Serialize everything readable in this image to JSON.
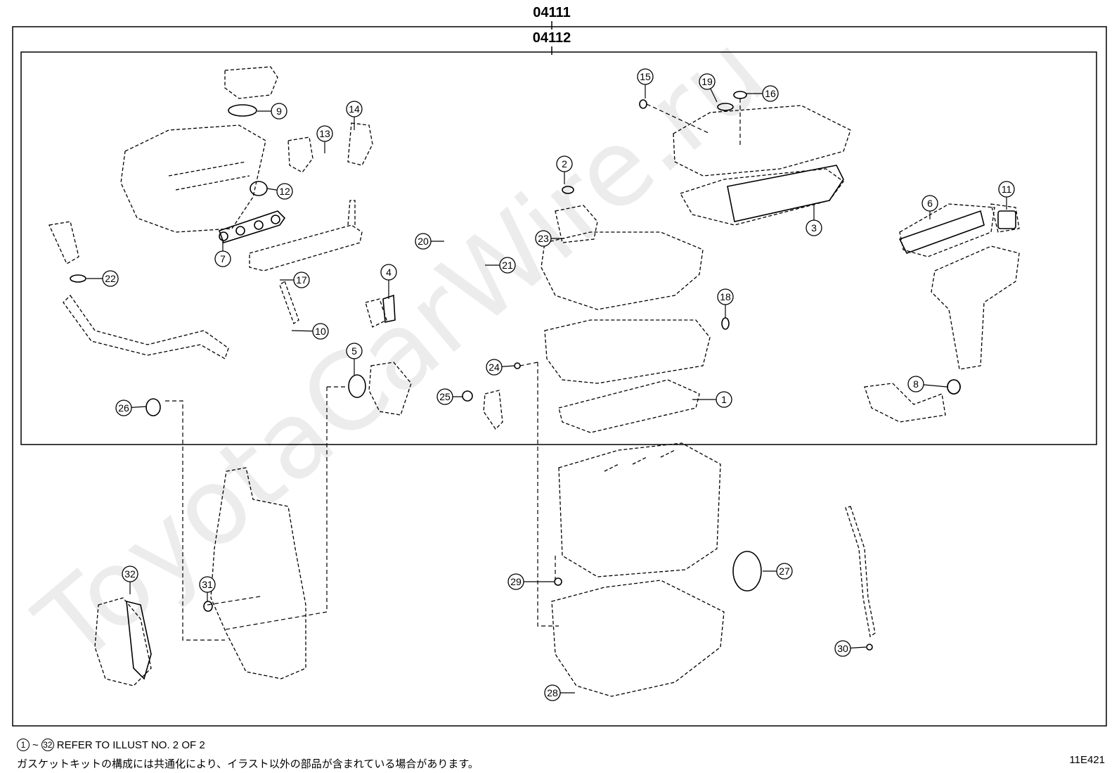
{
  "header": {
    "outer_code": "04111",
    "inner_code": "04112"
  },
  "callouts": [
    "1",
    "2",
    "3",
    "4",
    "5",
    "6",
    "7",
    "8",
    "9",
    "10",
    "11",
    "12",
    "13",
    "14",
    "15",
    "16",
    "17",
    "18",
    "19",
    "20",
    "21",
    "22",
    "23",
    "24",
    "25",
    "26",
    "27",
    "28",
    "29",
    "30",
    "31",
    "32"
  ],
  "footer": {
    "ref_start": "1",
    "ref_tilde": "~",
    "ref_end": "32",
    "ref_text": "REFER TO ILLUST NO. 2 OF 2",
    "note_jp": "ガスケットキットの構成には共通化により、イラスト以外の部品が含まれている場合があります。",
    "illust_id": "11E421"
  },
  "watermark": {
    "text": "ToyotaCarWire.ru"
  }
}
